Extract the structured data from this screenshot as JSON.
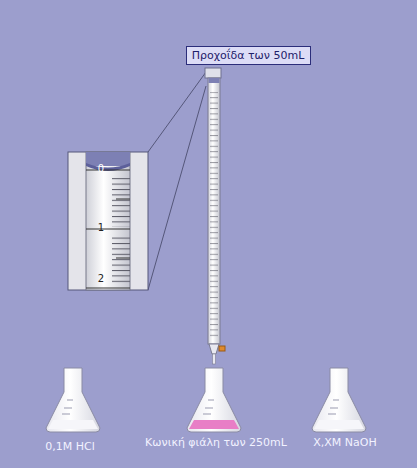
{
  "diagram": {
    "nodes": [
      {
        "text": [
          "Προχοΐδα των 50mL"
        ]
      }
    ],
    "edges": [],
    "labels": [
      "0",
      "1",
      "2",
      "0,1M HCl",
      "Κωνική φιάλη των 250mL",
      "X,XM NaOH"
    ]
  }
}
